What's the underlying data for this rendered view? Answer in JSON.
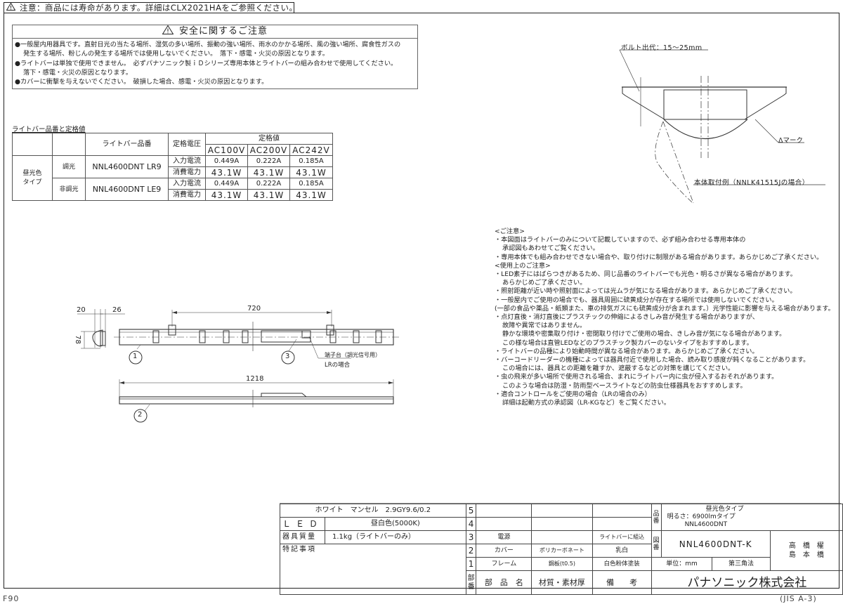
{
  "header": {
    "notice_icon": "warning-triangle-icon",
    "notice": "注意：商品には寿命があります。詳細はCLX2021HAをご参照ください。"
  },
  "safety": {
    "title": "安全に関するご注意",
    "lines": [
      "●一般屋内用器具です。直射日光の当たる場所、湿気の多い場所、振動の強い場所、雨水のかかる場所、風の強い場所、腐食性ガスの",
      "発生する場所、粉じんの発生する場所では使用しないでください。　落下・感電・火災の原因となります。",
      "●ライトバーは単独で使用できません。　必ずパナソニック製ｉＤシリーズ専用本体とライトバーの組み合わせで使用してください。",
      "落下・感電・火災の原因となります。",
      "●カバーに衝撃を与えないでください。　破損した場合、感電・火災の原因となります。"
    ]
  },
  "spec_table": {
    "caption": "ライトバー品番と定格値",
    "headers": {
      "part_no": "ライトバー品番",
      "rated_voltage": "定格電圧",
      "rated_values": "定格値",
      "voltages": [
        "AC100V",
        "AC200V",
        "AC242V"
      ]
    },
    "group_label_1": "昼光色",
    "group_label_2": "タイプ",
    "rows": [
      {
        "type": "調光",
        "part": "NNL4600DNT LR9",
        "current_label": "入力電流",
        "current": [
          "0.449A",
          "0.222A",
          "0.185A"
        ],
        "power_label": "消費電力",
        "power": [
          "43.1W",
          "43.1W",
          "43.1W"
        ]
      },
      {
        "type": "非調光",
        "part": "NNL4600DNT LE9",
        "current_label": "入力電流",
        "current": [
          "0.449A",
          "0.222A",
          "0.185A"
        ],
        "power_label": "消費電力",
        "power": [
          "43.1W",
          "43.1W",
          "43.1W"
        ]
      }
    ]
  },
  "mount_drawing": {
    "bolt_label": "ボルト出代：15～25mm",
    "mark_label": "Δマーク",
    "example_label": "本体取付例（NNLK41515Jの場合）"
  },
  "notes": {
    "heading1": "<ご注意>",
    "items1": [
      [
        "・本図面はライトバーのみについて記載していますので、必ず組み合わせる専用本体の",
        "承認図もあわせてご覧ください。"
      ],
      [
        "・専用本体でも組み合わせできない場合や、取り付けに制限がある場合があります。あらかじめご了承ください。"
      ]
    ],
    "heading2": "<使用上のご注意>",
    "items2": [
      [
        "・LED素子にはばらつきがあるため、同じ品番のライトバーでも光色・明るさが異なる場合があります。",
        "あらかじめご了承ください。"
      ],
      [
        "・照射距離が近い時や照射面によっては光ムラが気になる場合があります。あらかじめご了承ください。"
      ],
      [
        "・一般屋内でご使用の場合でも、器具周囲に硫黄成分が存在する場所では使用しないでください。",
        "(一部の食品や薬品・紙類また、車の排気ガスにも硫黄成分が含まれます。）光学性能に影響を与える場合があります。"
      ],
      [
        "・点灯直後・消灯直後にプラスチックの伸縮によるきしみ音が発生する場合がありますが、",
        "故障や異常ではありません。",
        "静かな環境や密集取り付け・密閉取り付けでご使用の場合、きしみ音が気になる場合があります。",
        "この様な場合は直管LEDなどのプラスチック製カバーのないタイプをおすすめします。"
      ],
      [
        "・ライトバーの品種により始動時間が異なる場合があります。あらかじめご了承ください。"
      ],
      [
        "・バーコードリーダーの機種によっては器具付近で使用した場合、読み取り感度が鈍くなることがあります。",
        "この場合には、器具との距離を離すか、遮蔽するなどの対策を講じてください。"
      ],
      [
        "・虫の飛来が多い場所で使用される場合、まれにライトバー内に虫が侵入するおそれがあります。",
        "このような場合は防湿・防雨型ベースライトなどの防虫仕様器具をおすすめします。"
      ],
      [
        "・適合コントロールをご使用の場合（LRの場合のみ）",
        "詳細は起動方式の承認図（LR-KGなど）をご覧ください。"
      ]
    ]
  },
  "bar_drawing": {
    "dim_20": "20",
    "dim_26": "26",
    "dim_78": "78",
    "dim_720": "720",
    "dim_1218": "1218",
    "callout_1": "1",
    "callout_2": "2",
    "callout_3": "3",
    "terminal_label": "端子台（調光信号用）",
    "terminal_sub": "LRの場合"
  },
  "title_block": {
    "color_spec": "ホワイト　マンセル　2.9GY9.6/0.2",
    "led_label": "ＬＥＤ",
    "led_value": "昼白色(5000K)",
    "mass_label": "器具質量",
    "mass_value": "1.1kg（ライトバーのみ）",
    "remarks_label": "特記事項",
    "parts": [
      {
        "no": "5",
        "name": "",
        "material": "",
        "note": ""
      },
      {
        "no": "4",
        "name": "",
        "material": "",
        "note": ""
      },
      {
        "no": "3",
        "name": "電源",
        "material": "",
        "note": "ライトバーに組込"
      },
      {
        "no": "2",
        "name": "カバー",
        "material": "ポリカーボネート",
        "note": "乳白"
      },
      {
        "no": "1",
        "name": "フレーム",
        "material": "鋼板(t0.5)",
        "note": "白色粉体塗装"
      }
    ],
    "col_no": "部番",
    "col_name": "部　品　名",
    "col_material": "材質・素材厚",
    "col_note": "備　　考",
    "product_label": "品番",
    "product_line1": "昼光色タイプ",
    "product_line2": "明るさ：6900lmタイプ",
    "product_line3": "NNL4600DNT",
    "drawing_label": "図番",
    "drawing_no": "NNL4600DNT-K",
    "unit": "単位：mm",
    "projection": "第三角法",
    "signers_row1": "高　橋　櫂",
    "signers_row2": "島　本　橋",
    "company": "パナソニック株式会社"
  },
  "footer": {
    "left": "F90",
    "right": "(JIS A-3)"
  }
}
